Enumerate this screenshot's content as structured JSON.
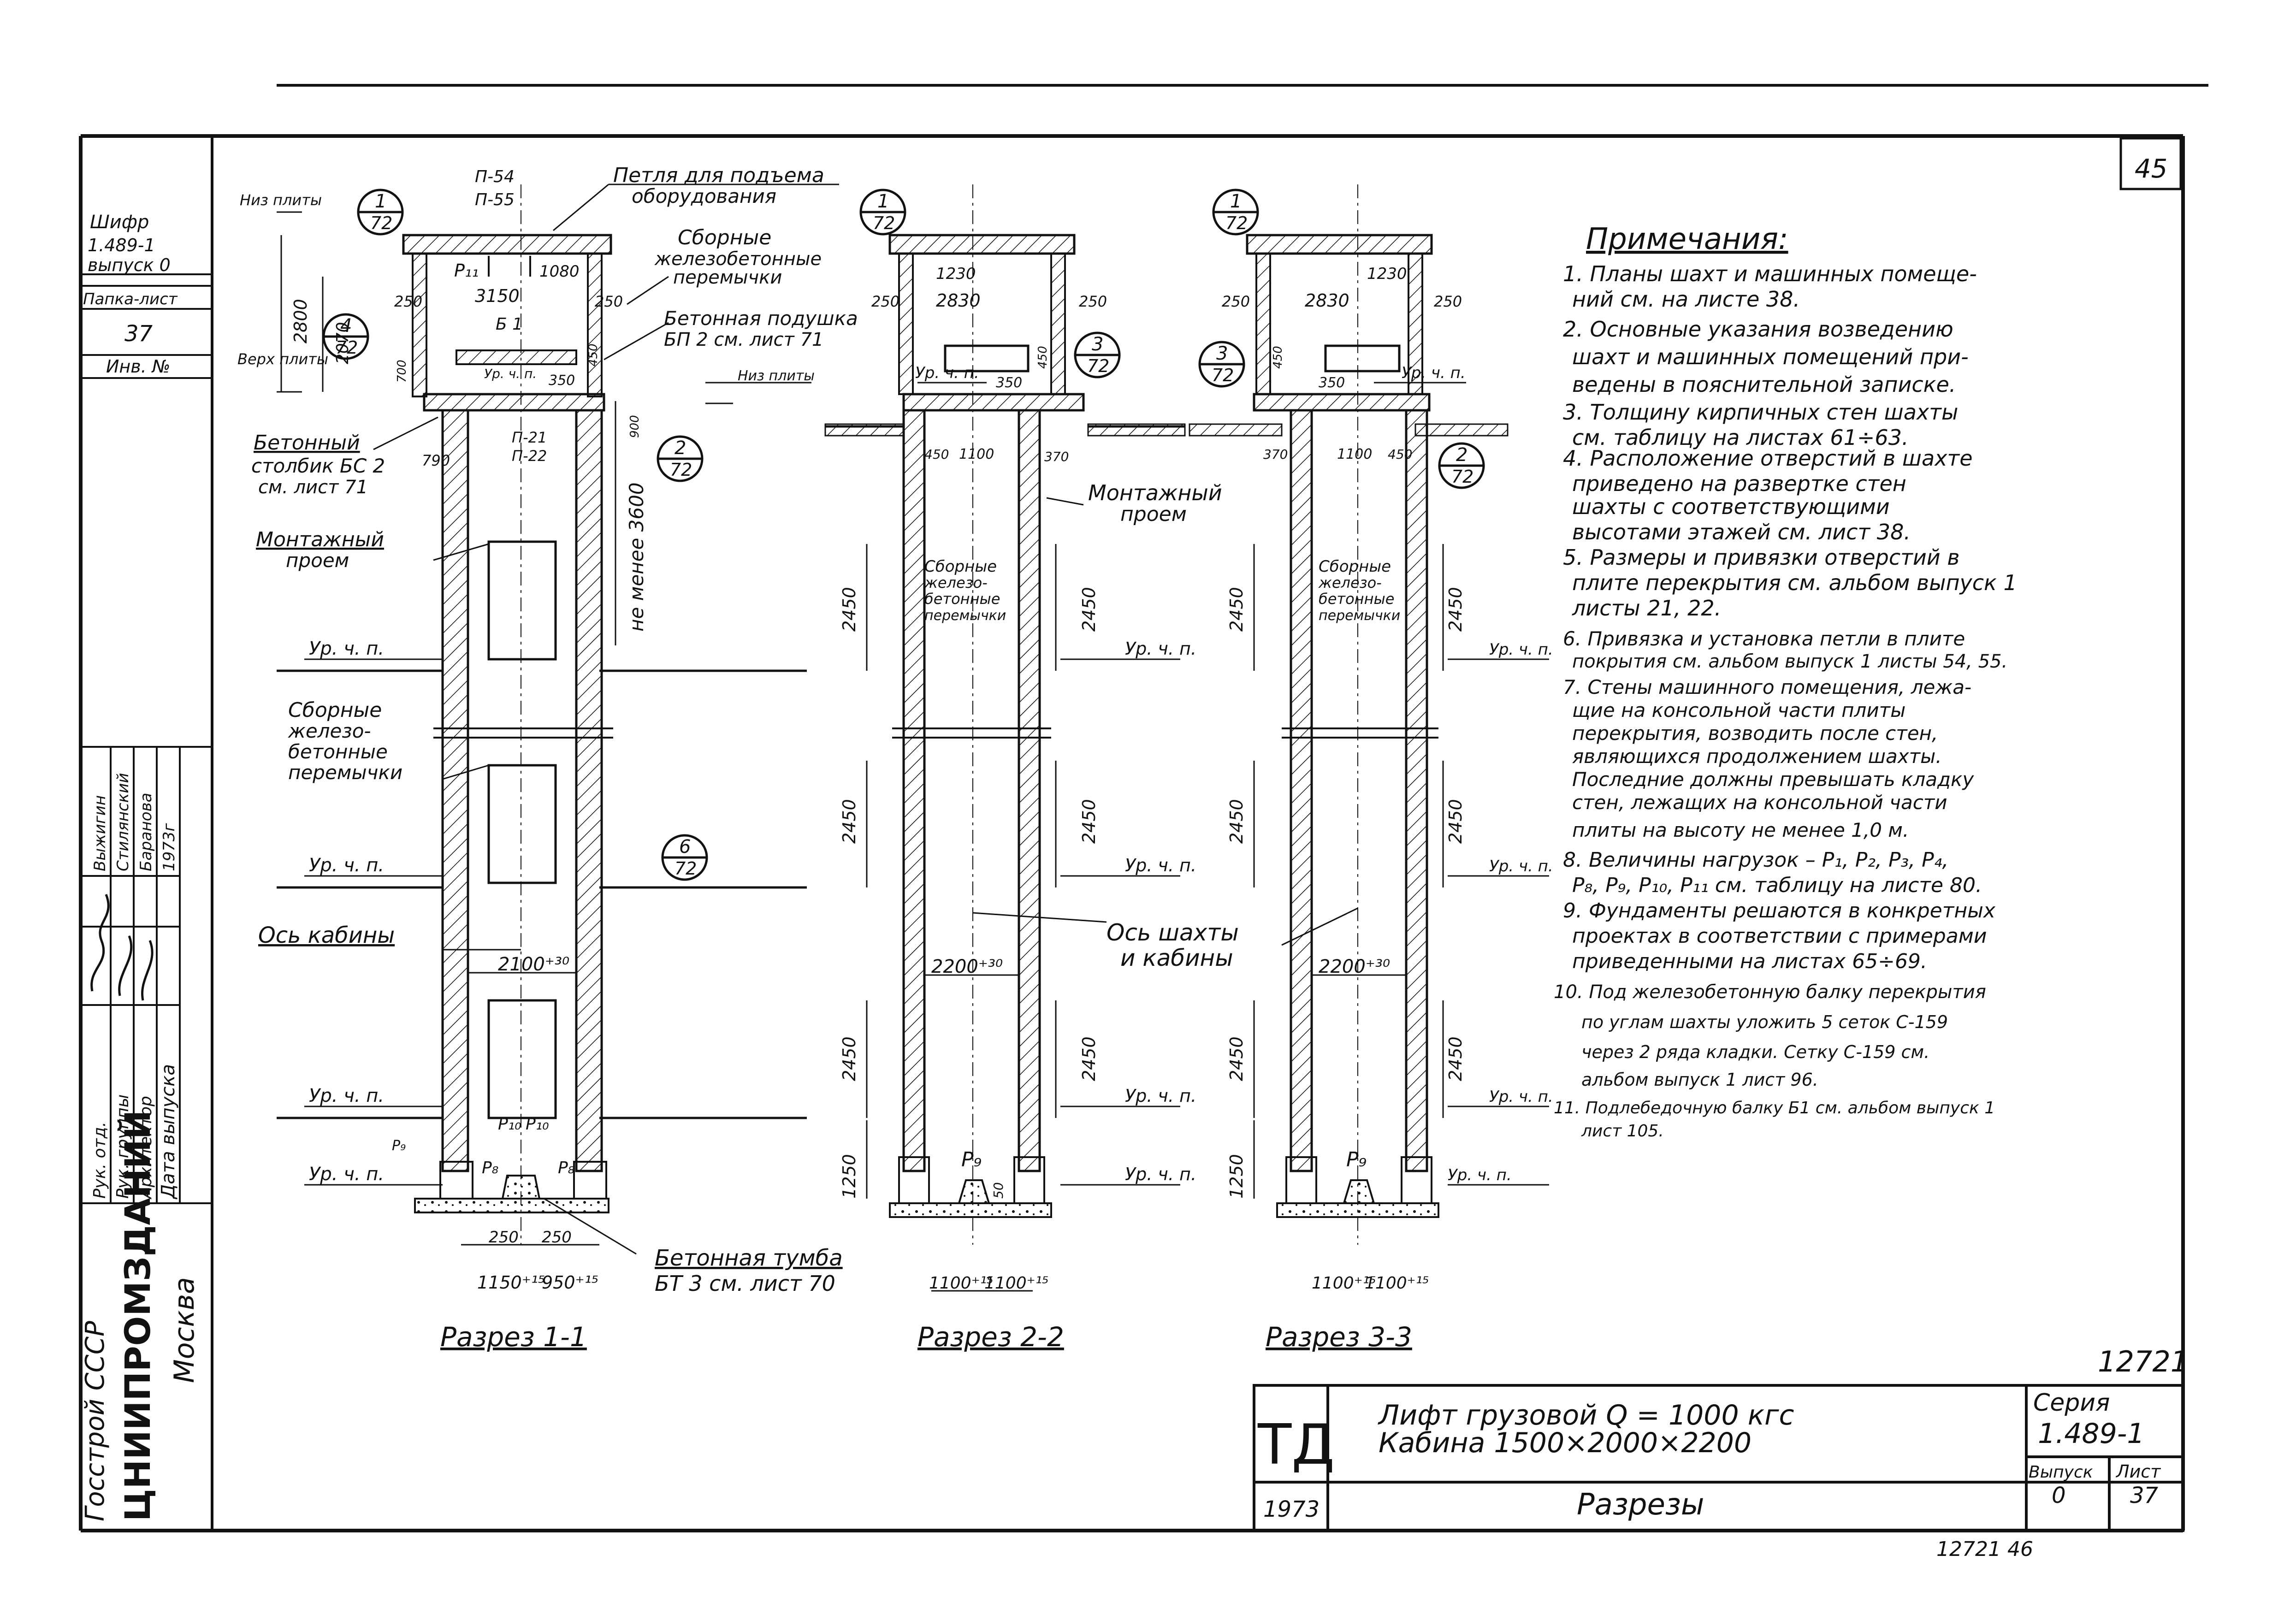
{
  "page_number": "45",
  "stamp": {
    "shifr": "Шифр",
    "album": "1.489-1",
    "issue": "выпуск 0",
    "sheet_label": "Папка-лист",
    "sheet_no": "37",
    "inv_label": "Инв. №",
    "org_line1": "Госстрой СССР",
    "org_line2": "ЦНИИПРОМЗДАНИЙ",
    "org_line3": "Москва",
    "roles": [
      "Рук. отд.",
      "Рук. группы",
      "Архитектор",
      "Дата выпуска"
    ],
    "names": [
      "Выжигин",
      "Стилянский",
      "Баранова",
      "1973г"
    ]
  },
  "sections": [
    {
      "title": "Разрез 1-1",
      "ref_top": [
        "1",
        "72"
      ],
      "ref_mid": [
        "4",
        "72"
      ],
      "ref_right": [
        "2",
        "72"
      ],
      "ref_low": [
        "6",
        "72"
      ],
      "dims": {
        "width": "2100⁺³⁰",
        "top_span": "3150",
        "top_right": "1080",
        "left_wall": "250",
        "right_wall": "250",
        "height_room": "2800",
        "height_low": "2070",
        "low_700": "700",
        "low_450": "450",
        "depth_350": "350",
        "r_900": "900",
        "rise": "не менее 3600",
        "left_790": "790",
        "base_a": "250",
        "base_b": "250",
        "foot_a": "1150⁺¹⁵",
        "foot_b": "950⁺¹⁵"
      },
      "labels": {
        "P11": "P₁₁",
        "B1": "Б 1",
        "P21": "П-21",
        "P22": "П-22",
        "P54": "П-54",
        "P55": "П-55",
        "P8a": "P₈",
        "P8b": "P₈",
        "P9": "P₉",
        "P10": "P₁₀",
        "P10b": "P₁₀"
      }
    },
    {
      "title": "Разрез 2-2",
      "ref_top": [
        "1",
        "72"
      ],
      "ref_right": [
        "3",
        "72"
      ],
      "dims": {
        "width": "2200⁺³⁰",
        "top_span": "2830",
        "top_1230": "1230",
        "left_wall": "250",
        "right_wall": "250",
        "low_450": "450",
        "depth_350": "350",
        "mid_a": "450",
        "mid_b": "1100",
        "mid_c": "370",
        "floor_h": [
          "2450",
          "2450",
          "2450"
        ],
        "floor_h_r": [
          "2450",
          "2450",
          "2450"
        ],
        "pit": "1250",
        "dim50": "50",
        "foot_a": "1100⁺¹⁵",
        "foot_b": "1100⁺¹⁵"
      },
      "labels": {
        "P9": "P₉"
      }
    },
    {
      "title": "Разрез 3-3",
      "ref_top": [
        "1",
        "72"
      ],
      "ref_left": [
        "3",
        "72"
      ],
      "ref_right": [
        "2",
        "72"
      ],
      "dims": {
        "width": "2200⁺³⁰",
        "top_span": "2830",
        "top_1230": "1230",
        "left_wall": "250",
        "right_wall": "250",
        "low_450": "450",
        "depth_350": "350",
        "mid_a": "370",
        "mid_b": "1100",
        "mid_c": "450",
        "floor_h": [
          "2450",
          "2450",
          "2450"
        ],
        "floor_h_r": [
          "2450",
          "2450",
          "2450"
        ],
        "pit": "1250",
        "foot_a": "1100⁺¹⁵",
        "foot_b": "1100⁺¹⁵"
      },
      "labels": {
        "P9": "P₉"
      }
    }
  ],
  "annotations": {
    "niz_plity": "Низ плиты",
    "niz_plity2": "Низ плиты",
    "verh_plity": "Верх плиты",
    "petlya": [
      "Петля для подъема",
      "оборудования"
    ],
    "sbornye_top": [
      "Сборные",
      "железобетонные",
      "перемычки"
    ],
    "betonnaya_podushka": [
      "Бетонная подушка",
      "БП 2 см. лист 71"
    ],
    "betonnyi_stolbik": [
      "Бетонный",
      "столбик БС 2",
      "см. лист 71"
    ],
    "montazhnyi_left": [
      "Монтажный",
      "проем"
    ],
    "montazhnyi_mid": [
      "Монтажный",
      "проем"
    ],
    "sbornye_left": [
      "Сборные",
      "железо-",
      "бетонные",
      "перемычки"
    ],
    "sbornye_s2": [
      "Сборные",
      "железо-",
      "бетонные",
      "перемычки"
    ],
    "sbornye_s3": [
      "Сборные",
      "железо-",
      "бетонные",
      "перемычки"
    ],
    "os_kabiny": "Ось кабины",
    "os_shahty": [
      "Ось шахты",
      "и кабины"
    ],
    "betonnaya_tumba": [
      "Бетонная тумба",
      "БТ 3 см. лист 70"
    ],
    "level_mark": "Ур. ч. п."
  },
  "notes_title": "Примечания:",
  "notes": [
    "1. Планы шахт и машинных помеще-",
    "ний см. на листе 38.",
    "2. Основные указания возведению",
    "шахт и машинных помещений при-",
    "ведены в пояснительной записке.",
    "3. Толщину кирпичных стен шахты",
    "см. таблицу на листах 61÷63.",
    "4. Расположение отверстий в шахте",
    "приведено на развертке стен",
    "шахты с соответствующими",
    "высотами этажей см. лист 38.",
    "5. Размеры и привязки отверстий в",
    "плите перекрытия см. альбом выпуск 1",
    "листы 21, 22.",
    "6. Привязка и установка петли в плите",
    "покрытия см. альбом выпуск 1 листы 54, 55.",
    "7. Стены машинного помещения, лежа-",
    "щие на консольной части плиты",
    "перекрытия, возводить после стен,",
    "являющихся продолжением шахты.",
    "Последние должны превышать кладку",
    "стен, лежащих на консольной части",
    "плиты на высоту не менее 1,0 м.",
    "8. Величины нагрузок – P₁, P₂, P₃, P₄,",
    "P₈, P₉, P₁₀, P₁₁ см. таблицу на листе 80.",
    "9. Фундаменты решаются в конкретных",
    "проектах в соответствии с примерами",
    "приведенными на листах 65÷69.",
    "10. Под железобетонную балку перекрытия",
    "по углам шахты уложить 5 сеток С-159",
    "через 2 ряда кладки. Сетку С-159 см.",
    "альбом выпуск 1 лист 96.",
    "11. Подлебедочную балку Б1 см. альбом выпуск 1",
    "лист 105."
  ],
  "title_block": {
    "code": "12721",
    "td": "ТД",
    "year": "1973",
    "line1": "Лифт грузовой  Q = 1000 кгс",
    "line2": "Кабина  1500×2000×2200",
    "subtitle": "Разрезы",
    "series_label": "Серия",
    "series": "1.489-1",
    "issue_label": "Выпуск",
    "issue": "0",
    "sheet_label": "Лист",
    "sheet": "37",
    "footer": "12721   46"
  }
}
